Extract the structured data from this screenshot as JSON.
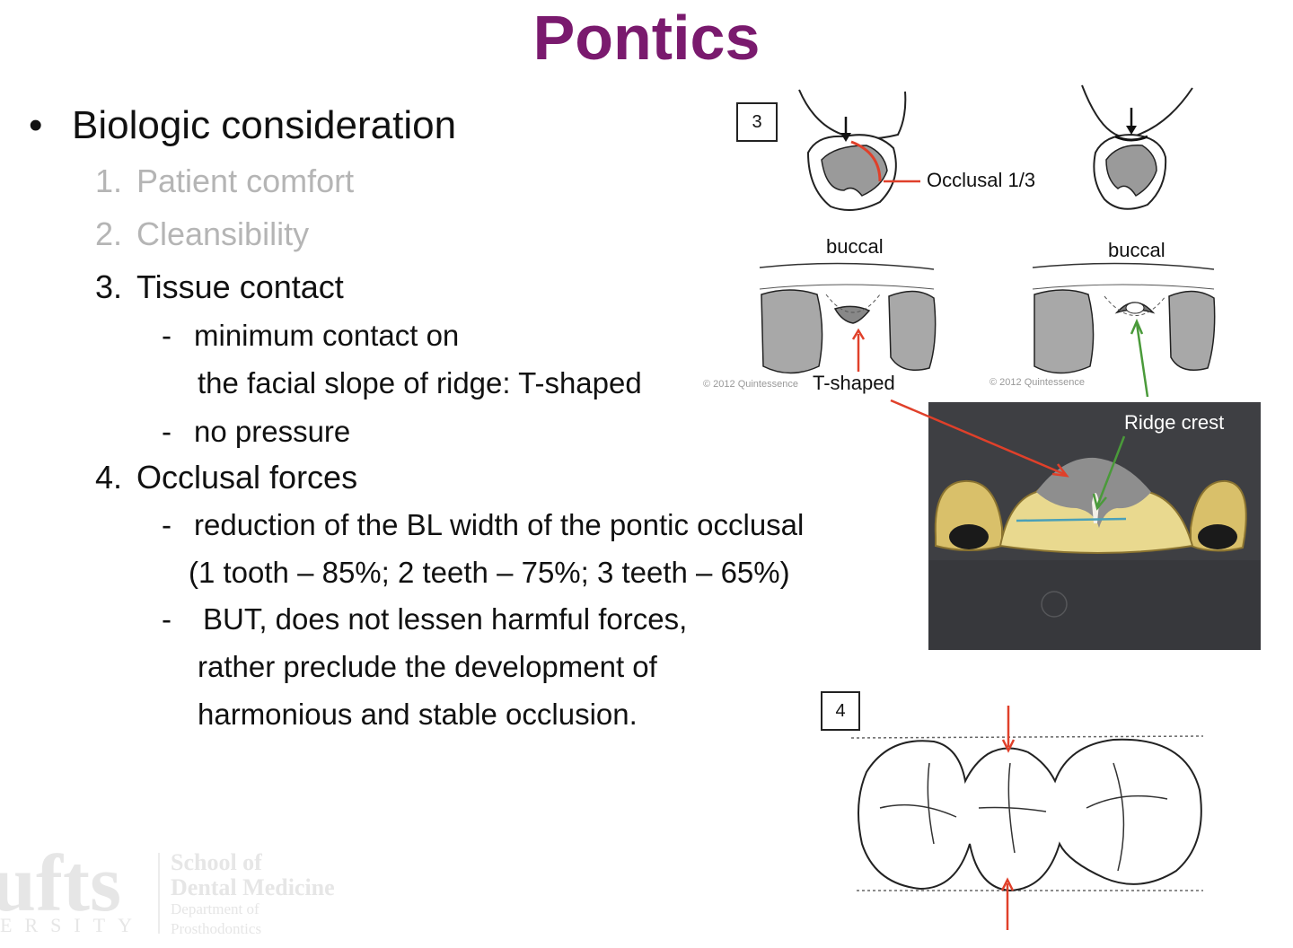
{
  "slide": {
    "title": "Pontics",
    "bullet_symbol": "•",
    "heading": "Biologic consideration",
    "items": [
      {
        "num": "1.",
        "text": "Patient comfort"
      },
      {
        "num": "2.",
        "text": "Cleansibility"
      },
      {
        "num": "3.",
        "text": "Tissue contact"
      },
      {
        "num": "4.",
        "text": "Occlusal forces"
      }
    ],
    "tissue_points": [
      {
        "dash": "-",
        "line1": "minimum contact on",
        "line2": "the facial slope of ridge: T-shaped"
      },
      {
        "dash": "-",
        "line1": "no pressure"
      }
    ],
    "occlusal_points": [
      {
        "dash": "-",
        "line1": "reduction of the BL width of the pontic occlusal",
        "line2": "(1 tooth – 85%; 2 teeth – 75%; 3 teeth – 65%)"
      },
      {
        "dash": "-",
        "line1": "BUT, does not lessen harmful forces,",
        "line2": "rather preclude the development of",
        "line3": "harmonious and stable occlusion."
      }
    ]
  },
  "figures": {
    "box_3": "3",
    "box_4": "4",
    "occlusal_third_label": "Occlusal 1/3",
    "buccal_left": "buccal",
    "buccal_right": "buccal",
    "t_shaped_label": "T-shaped",
    "ridge_crest_label": "Ridge crest",
    "copyright_left": "© 2012 Quintessence",
    "copyright_right": "© 2012 Quintessence",
    "arrow_color": "#e0402a",
    "green_color": "#4a9a3a"
  },
  "logo": {
    "wordmark": "ufts",
    "university": "ERSITY",
    "school_line1": "School of",
    "school_line2": "Dental Medicine",
    "dept_line1": "Department of",
    "dept_line2": "Prosthodontics"
  }
}
